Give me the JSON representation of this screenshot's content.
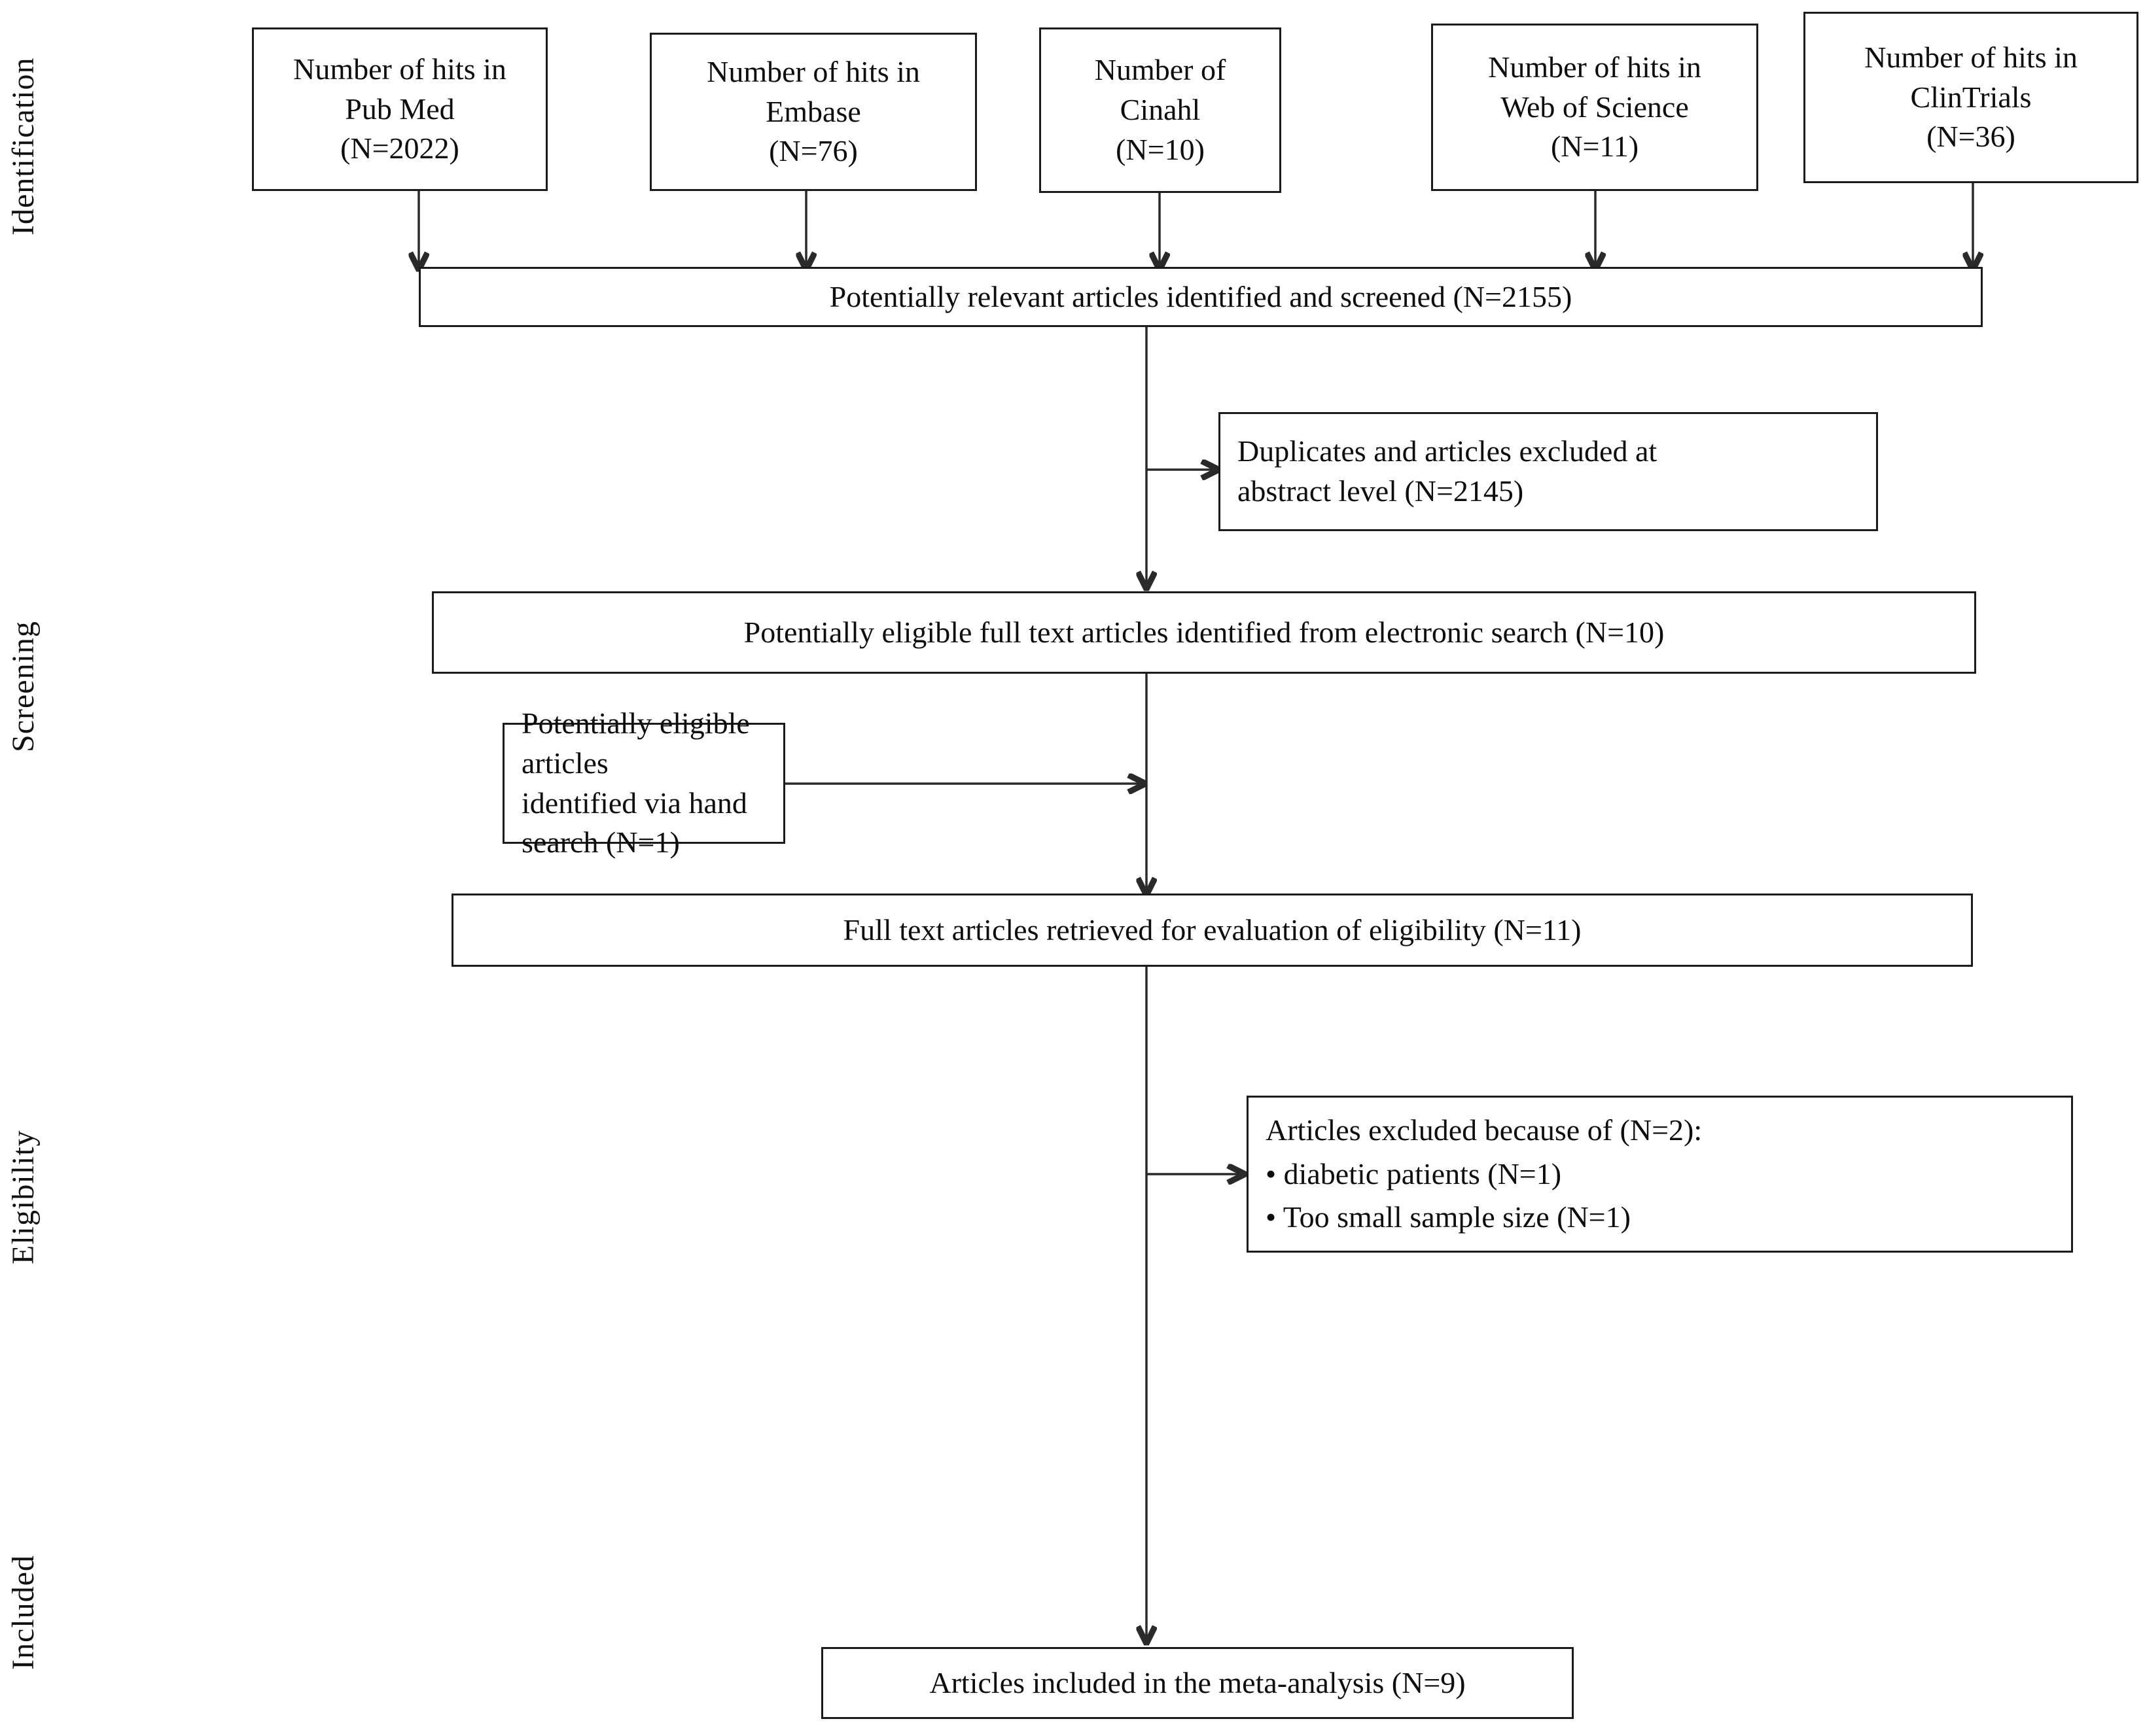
{
  "diagram": {
    "title": "PRISMA study selection flow diagram",
    "stage_labels": [
      {
        "id": "identification",
        "text": "Identification"
      },
      {
        "id": "screening",
        "text": "Screening"
      },
      {
        "id": "eligibility",
        "text": "Eligibility"
      },
      {
        "id": "included",
        "text": "Included"
      }
    ],
    "sources": [
      {
        "id": "pubmed",
        "line1": "Number of hits in",
        "line2": "Pub Med",
        "line3": "(N=2022)"
      },
      {
        "id": "embase",
        "line1": "Number of hits in",
        "line2": "Embase",
        "line3": "(N=76)"
      },
      {
        "id": "cinahl",
        "line1": "Number of",
        "line2": "Cinahl",
        "line3": "(N=10)"
      },
      {
        "id": "wos",
        "line1": "Number of hits in",
        "line2": "Web of Science",
        "line3": "(N=11)"
      },
      {
        "id": "clintrials",
        "line1": "Number of hits in",
        "line2": "ClinTrials",
        "line3": "(N=36)"
      }
    ],
    "screened_box": "Potentially relevant articles identified and screened (N=2155)",
    "excluded_abstract": {
      "line1": "Duplicates and articles excluded at",
      "line2": "abstract level (N=2145)"
    },
    "eligible_electronic": "Potentially eligible full text articles identified from electronic search (N=10)",
    "hand_search": {
      "line1": "Potentially eligible articles",
      "line2": "identified via hand search (N=1)"
    },
    "retrieved_full_text": "Full text articles retrieved for evaluation of eligibility  (N=11)",
    "excluded_eligibility": {
      "heading": "Articles excluded because of (N=2):",
      "items": [
        "• diabetic patients  (N=1)",
        "• Too small sample size (N=1)"
      ]
    },
    "included_final": "Articles included in the meta-analysis (N=9)",
    "colors": {
      "border": "#1b1b1b",
      "line": "#2a2a2a",
      "text": "#0d0d0d",
      "background": "#ffffff"
    }
  }
}
